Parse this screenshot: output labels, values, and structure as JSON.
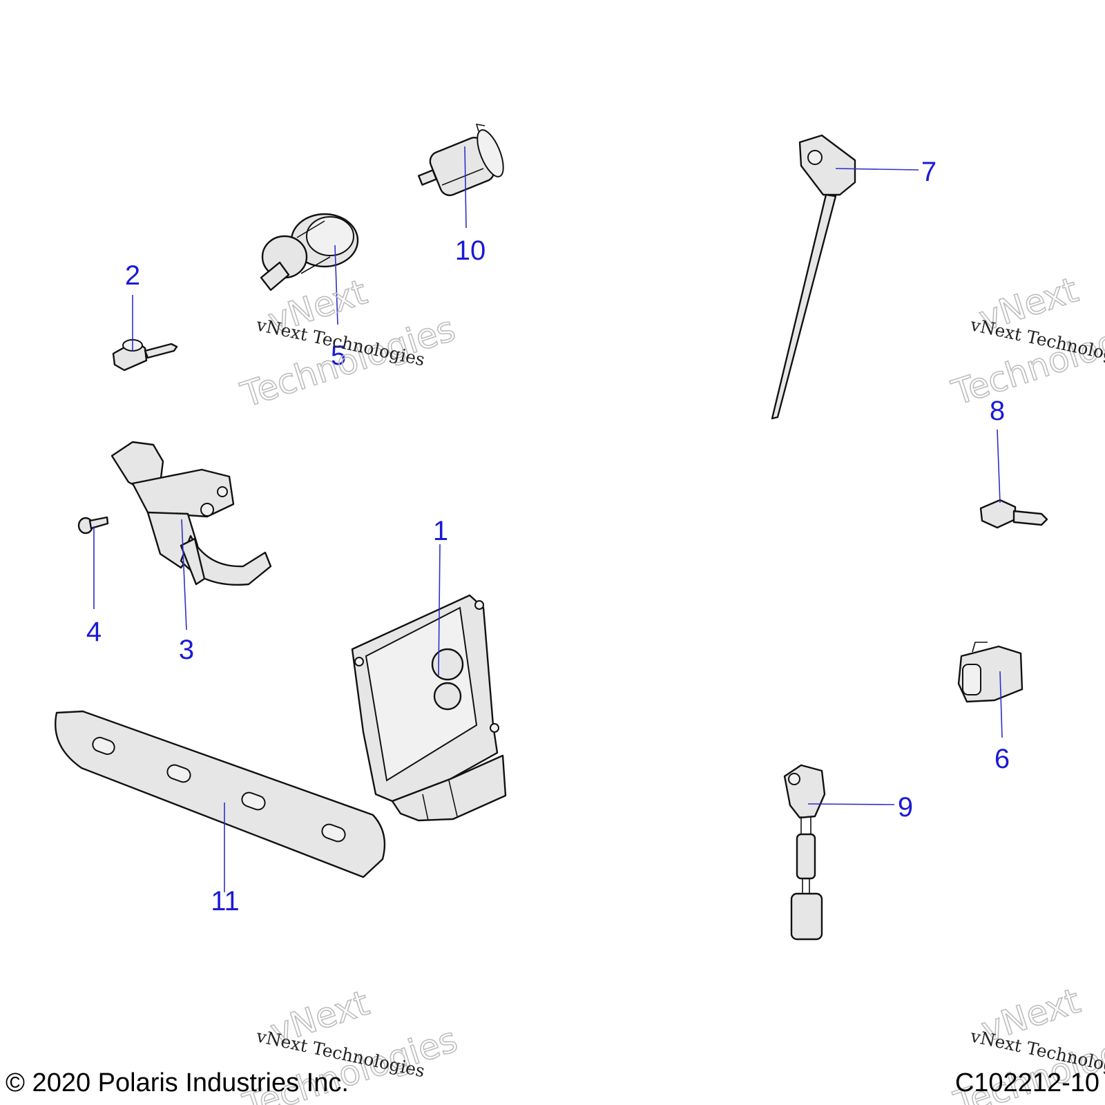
{
  "callouts": [
    {
      "id": "1",
      "label": "1"
    },
    {
      "id": "2",
      "label": "2"
    },
    {
      "id": "3",
      "label": "3"
    },
    {
      "id": "4",
      "label": "4"
    },
    {
      "id": "5",
      "label": "5"
    },
    {
      "id": "6",
      "label": "6"
    },
    {
      "id": "7",
      "label": "7"
    },
    {
      "id": "8",
      "label": "8"
    },
    {
      "id": "9",
      "label": "9"
    },
    {
      "id": "10",
      "label": "10"
    },
    {
      "id": "11",
      "label": "11"
    }
  ],
  "watermark": {
    "line1": "vNext",
    "line2": "Technologies",
    "small": "vNext Technologies"
  },
  "footer": {
    "copyright": "© 2020 Polaris Industries Inc.",
    "figure_code": "C102212-10"
  },
  "colors": {
    "callout": "#1a1ad6",
    "leader": "#2f2fc8",
    "part_fill": "#e6e6e6",
    "outline": "#111111",
    "watermark": "#bdbdbd"
  }
}
